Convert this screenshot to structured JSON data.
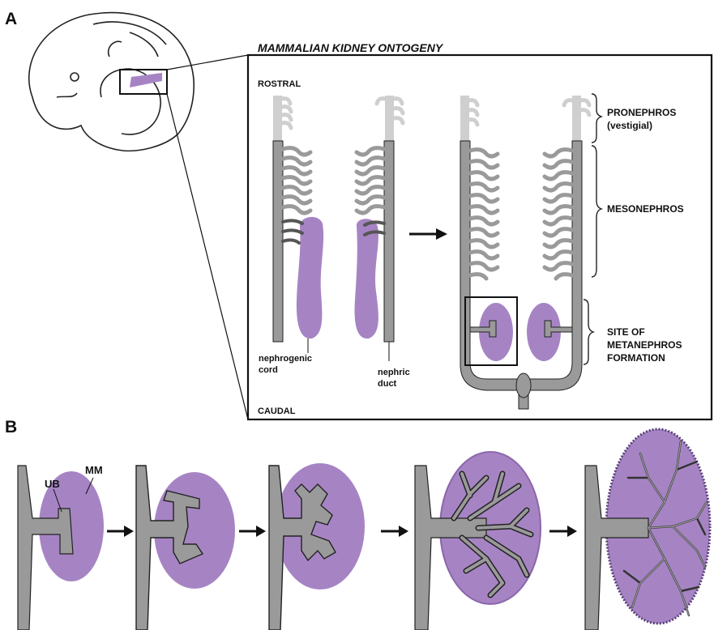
{
  "panel_a": {
    "letter": "A",
    "title": "MAMMALIAN KIDNEY ONTOGENY",
    "rostral": "ROSTRAL",
    "caudal": "CAUDAL",
    "nephrogenic_cord": [
      "nephrogenic",
      "cord"
    ],
    "nephric_duct": [
      "nephric",
      "duct"
    ],
    "pronephros": [
      "PRONEPHROS",
      "(vestigial)"
    ],
    "mesonephros": "MESONEPHROS",
    "metanephros": [
      "SITE OF",
      "METANEPHROS",
      "FORMATION"
    ]
  },
  "panel_b": {
    "letter": "B",
    "ub": "UB",
    "mm": "MM"
  },
  "colors": {
    "purple": "#a684c4",
    "gray": "#9a9a9a",
    "light_gray": "#cfcfcf",
    "outline": "#111111"
  }
}
